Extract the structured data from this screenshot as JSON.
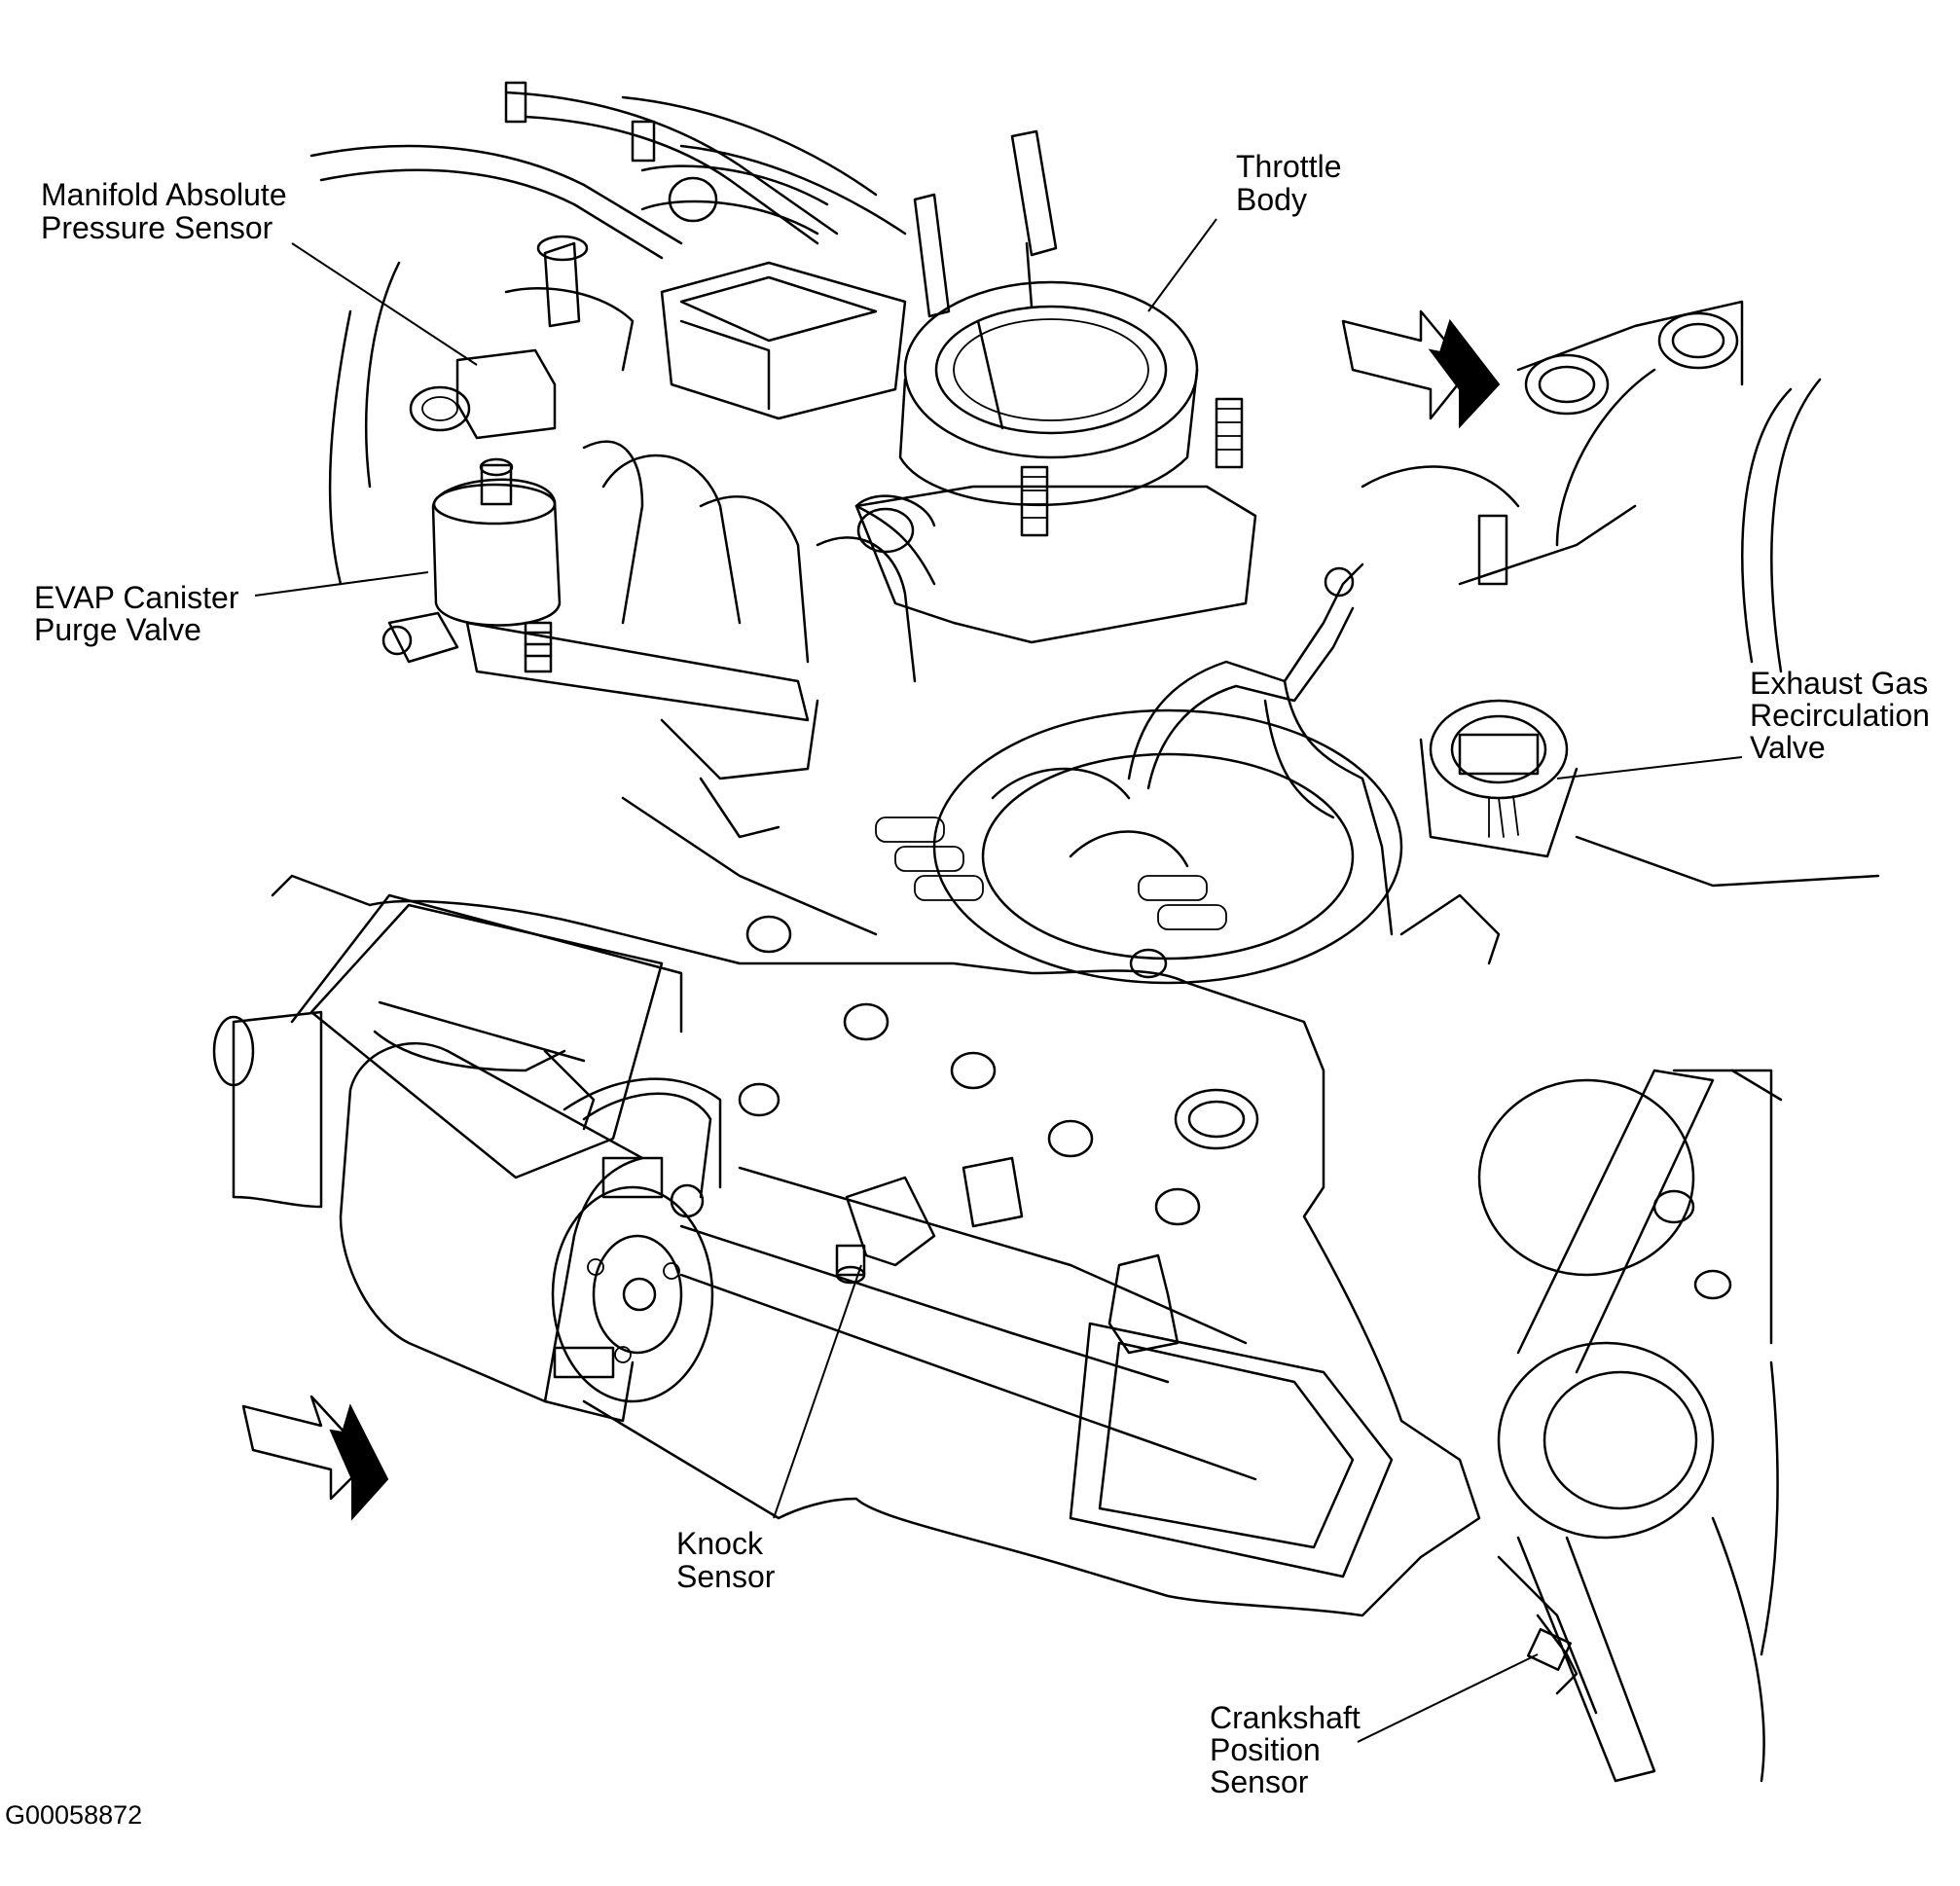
{
  "labels": {
    "map_sensor": [
      "Manifold Absolute",
      "Pressure Sensor"
    ],
    "throttle_body": [
      "Throttle",
      "Body"
    ],
    "evap_valve": [
      "EVAP Canister",
      "Purge Valve"
    ],
    "egr_valve": [
      "Exhaust Gas",
      "Recirculation",
      "Valve"
    ],
    "knock_sensor": [
      "Knock",
      "Sensor"
    ],
    "crank_sensor": [
      "Crankshaft",
      "Position",
      "Sensor"
    ]
  },
  "figure_code": "G00058872"
}
